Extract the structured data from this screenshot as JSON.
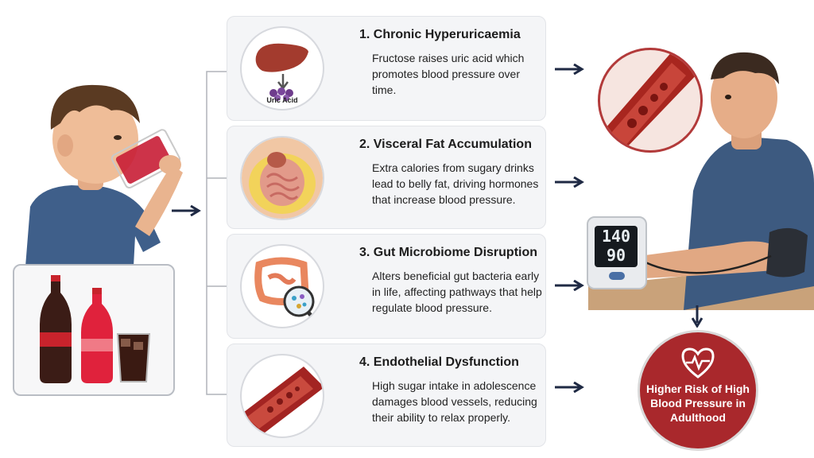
{
  "steps": [
    {
      "number": "1.",
      "title": "Chronic Hyperuricaemia",
      "description": "Fructose raises uric acid which promotes blood pressure over time.",
      "image_label": "Uric Acid"
    },
    {
      "number": "2.",
      "title": "Visceral Fat Accumulation",
      "description": "Extra calories from sugary drinks lead to belly fat, driving hormones that increase blood pressure."
    },
    {
      "number": "3.",
      "title": "Gut Microbiome Disruption",
      "description": "Alters beneficial gut bacteria early in life, affecting pathways that help regulate blood pressure."
    },
    {
      "number": "4.",
      "title": "Endothelial Dysfunction",
      "description": "High sugar intake in adolescence damages blood vessels, reducing their ability to relax properly."
    }
  ],
  "monitor": {
    "systolic": "140",
    "diastolic": "90"
  },
  "outcome": {
    "text": "Higher Risk of High Blood Pressure in Adulthood",
    "color": "#a9282c"
  },
  "colors": {
    "arrow": "#1f2a44",
    "card_bg": "#f4f5f7",
    "shirt": "#3d5a80"
  }
}
